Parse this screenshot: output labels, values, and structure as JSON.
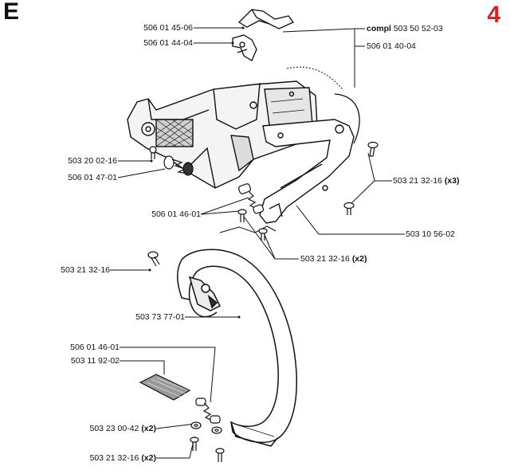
{
  "diagram": {
    "section_letter": "E",
    "page_number": "4",
    "page_number_color": "#e02020",
    "callouts": [
      {
        "id": "c1",
        "part": "506 01 45-06",
        "qty": ""
      },
      {
        "id": "c2",
        "part": "506 01 44-04",
        "qty": ""
      },
      {
        "id": "c3",
        "prefix": "compl",
        "part": "503 50 52-03",
        "qty": ""
      },
      {
        "id": "c4",
        "part": "506 01 40-04",
        "qty": ""
      },
      {
        "id": "c5",
        "part": "503 20 02-16",
        "qty": ""
      },
      {
        "id": "c6",
        "part": "506 01 47-01",
        "qty": ""
      },
      {
        "id": "c7",
        "part": "503 21 32-16",
        "qty": "(x3)"
      },
      {
        "id": "c8",
        "part": "506 01 46-01",
        "qty": ""
      },
      {
        "id": "c9",
        "part": "503 10 56-02",
        "qty": ""
      },
      {
        "id": "c10",
        "part": "503 21 32-16",
        "qty": "(x2)"
      },
      {
        "id": "c11",
        "part": "503 21 32-16",
        "qty": ""
      },
      {
        "id": "c12",
        "part": "503 73 77-01",
        "qty": ""
      },
      {
        "id": "c13",
        "part": "506 01 46-01",
        "qty": ""
      },
      {
        "id": "c14",
        "part": "503 11 92-02",
        "qty": ""
      },
      {
        "id": "c15",
        "part": "503 23 00-42",
        "qty": "(x2)"
      },
      {
        "id": "c16",
        "part": "503 21 32-16",
        "qty": "(x2)"
      }
    ]
  }
}
